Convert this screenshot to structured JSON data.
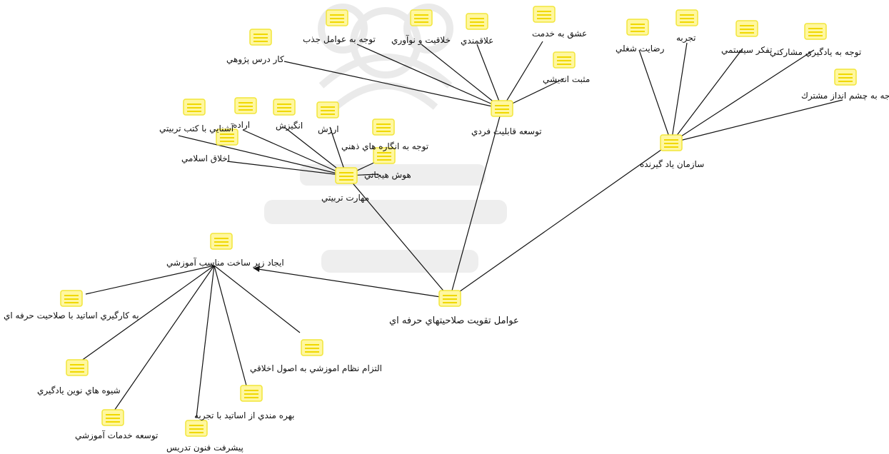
{
  "diagram": {
    "center": {
      "label": "عوامل تقويت صلاحيتهاي حرفه اي"
    },
    "hubs": {
      "hub1": {
        "label": "توسعه قابليت فردي"
      },
      "hub2": {
        "label": "سازمان ياد گيرنده"
      },
      "hub3": {
        "label": "مهارت تربيتي"
      },
      "hub4": {
        "label": "ايجاد زير ساخت مناسب آموزشي"
      }
    },
    "hub1_children": {
      "c1": "كار درس پژوهي",
      "c2": "توجه به عوامل جذب",
      "c3": "خلاقيت و نوآوري",
      "c4": "علاقمندي",
      "c5": "عشق به خدمت",
      "c6": "مثبت انديشي"
    },
    "hub2_children": {
      "c1": "رضايت شغلي",
      "c2": "تجربه",
      "c3": "تفكر سيستمي",
      "c4": "توجه به يادگيري مشاركتي",
      "c5": "توجه به چشم انداز مشترك"
    },
    "hub3_children": {
      "c1": "آشنايي با كتب تربيتي",
      "c2": "اخلاق اسلامي",
      "c3": "اراده",
      "c4": "انگيزش",
      "c5": "ارزش",
      "c6": "توجه به انگاره هاي ذهني",
      "c7": "هوش هيجاني"
    },
    "hub4_children": {
      "c1": "به كارگيري اساتيد با صلاحيت حرفه اي",
      "c2": "شيوه هاي نوين يادگيري",
      "c3": "توسعه خدمات آموزشي",
      "c4": "پيشرفت فنون تدريس",
      "c5": "بهره مندي از اساتيد با تجربه",
      "c6": "التزام نظام اموزشي به اصول اخلاقي"
    }
  }
}
